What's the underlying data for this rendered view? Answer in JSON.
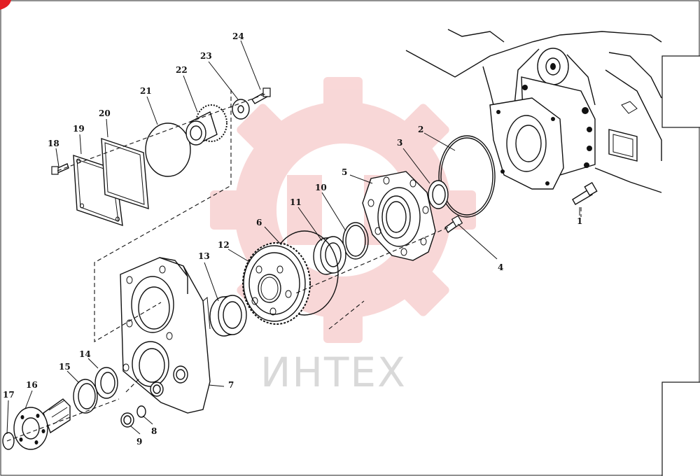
{
  "watermark": {
    "text": "ИНТЕХ",
    "color": "#f2b4b4"
  },
  "callouts": [
    "1",
    "2",
    "3",
    "4",
    "5",
    "6",
    "7",
    "8",
    "9",
    "10",
    "11",
    "12",
    "13",
    "14",
    "15",
    "16",
    "17",
    "18",
    "19",
    "20",
    "21",
    "22",
    "23",
    "24"
  ]
}
